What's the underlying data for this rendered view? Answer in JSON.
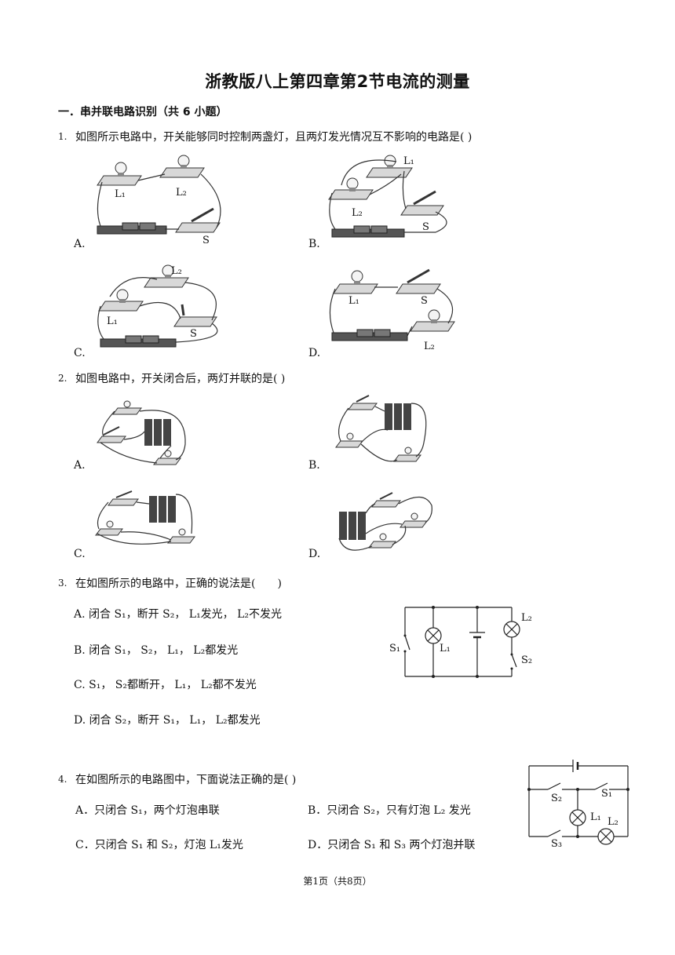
{
  "doc": {
    "title": "浙教版八上第四章第2节电流的测量",
    "section": "一．串并联电路识别（共  6 小题）",
    "footer": "第1页（共8页）"
  },
  "q1": {
    "num": "1.",
    "text": "如图所示电路中，开关能够同时控制两盏灯，且两灯发光情况互不影响的电路是( )",
    "options": [
      "A.",
      "B.",
      "C.",
      "D."
    ],
    "labels": {
      "l1": "L₁",
      "l2": "L₂",
      "s": "S"
    }
  },
  "q2": {
    "num": "2.",
    "text": "如图电路中，开关闭合后，两灯并联的是( )",
    "options": [
      "A.",
      "B.",
      "C.",
      "D."
    ]
  },
  "q3": {
    "num": "3.",
    "text": "在如图所示的电路中，正确的说法是(　　)",
    "options": [
      "A.  闭合 S₁，断开 S₂， L₁发光， L₂不发光",
      "B.  闭合 S₁， S₂， L₁， L₂都发光",
      "C.   S₁， S₂都断开， L₁， L₂都不发光",
      "D.  闭合 S₂，断开 S₁， L₁， L₂都发光"
    ],
    "diagram": {
      "s1": "S₁",
      "l1": "L₁",
      "l2": "L₂",
      "s2": "S₂"
    }
  },
  "q4": {
    "num": "4.",
    "text": "在如图所示的电路图中，下面说法正确的是( )",
    "options": [
      "A．只闭合 S₁，两个灯泡串联",
      "B．只闭合 S₂，只有灯泡 L₂ 发光",
      "C．只闭合 S₁ 和 S₂，灯泡 L₁发光",
      "D．只闭合 S₁ 和 S₃ 两个灯泡并联"
    ],
    "diagram": {
      "s1": "S₁",
      "s2": "S₂",
      "s3": "S₃",
      "l1": "L₁",
      "l2": "L₂"
    }
  }
}
